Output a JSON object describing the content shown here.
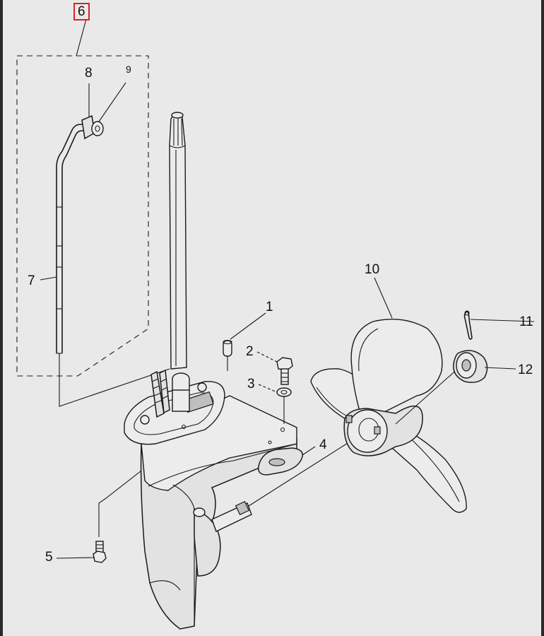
{
  "diagram": {
    "highlight_color": "#e02020",
    "line_color": "#1a1a1a",
    "background_color": "#e9e9e9",
    "callouts": {
      "c1": "1",
      "c2": "2",
      "c3": "3",
      "c4": "4",
      "c5": "5",
      "c6": "6",
      "c7": "7",
      "c8": "8",
      "c9": "9",
      "c10": "10",
      "c11": "11",
      "c12": "12"
    }
  }
}
